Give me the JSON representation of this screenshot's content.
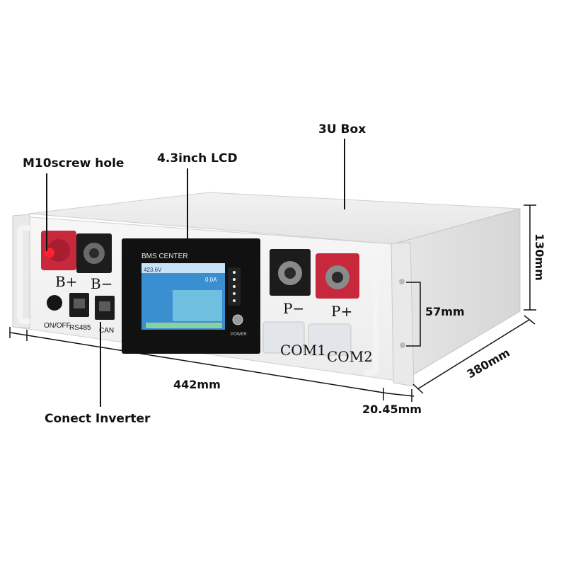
{
  "callouts": {
    "screw_hole": "M10screw hole",
    "lcd": "4.3inch LCD",
    "box": "3U Box",
    "inverter": "Conect Inverter"
  },
  "dimensions": {
    "width": "442mm",
    "ear": "20.45mm",
    "depth": "380mm",
    "height": "130mm",
    "hole_spacing": "57mm"
  },
  "panel": {
    "b_plus": "B+",
    "b_minus": "B−",
    "p_minus": "P−",
    "p_plus": "P+",
    "onoff": "ON/OFF",
    "rs485": "RS485",
    "can": "CAN",
    "com1": "COM1",
    "com2": "COM2",
    "power": "POWER"
  },
  "lcd": {
    "title": "BMS CENTER",
    "voltage": "423.6V",
    "current": "0.0A"
  },
  "colors": {
    "terminal_red": "#c8283c",
    "connector_black": "#1c1c1c",
    "lcd_blue": "#3a8fd0"
  }
}
